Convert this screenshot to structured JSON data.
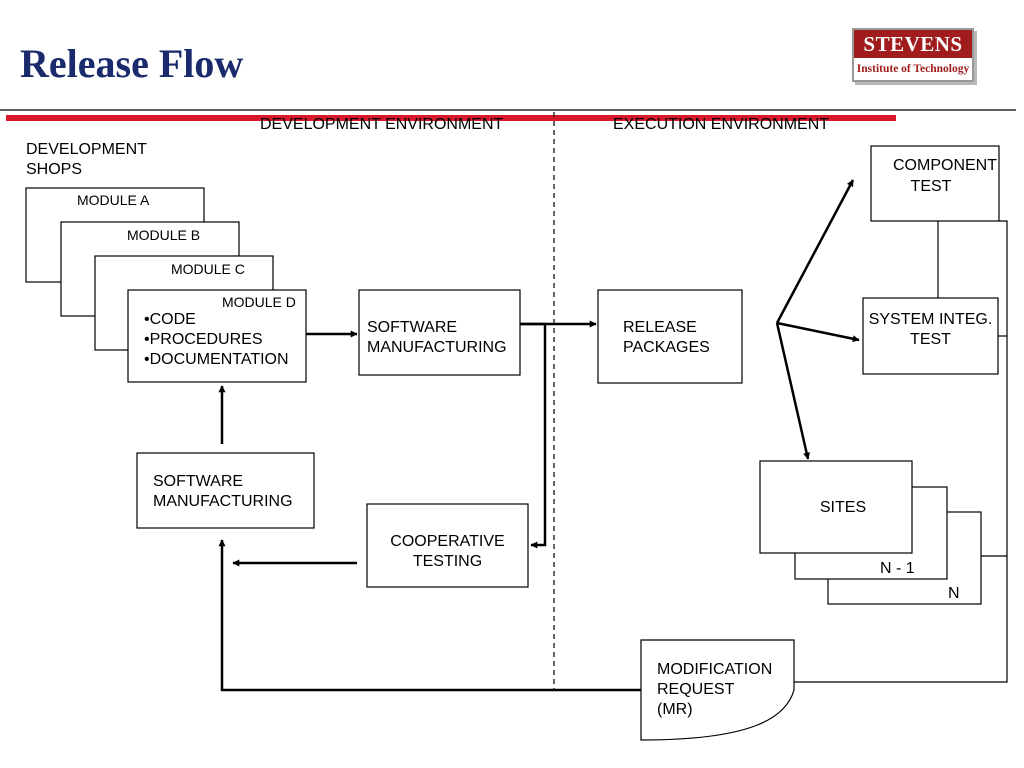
{
  "header": {
    "title": "Release Flow",
    "logo": {
      "name": "STEVENS",
      "subtitle": "Institute of Technology"
    }
  },
  "colors": {
    "title": "#1a2a6c",
    "accent_red": "#d8192b",
    "logo_red": "#a11d1d"
  },
  "environments": {
    "development": "DEVELOPMENT ENVIRONMENT",
    "execution": "EXECUTION ENVIRONMENT"
  },
  "diagram": {
    "development_shops": [
      "DEVELOPMENT",
      "SHOPS"
    ],
    "modules": [
      "MODULE A",
      "MODULE B",
      "MODULE C",
      "MODULE D"
    ],
    "module_contents": [
      "•CODE",
      "•PROCEDURES",
      "•DOCUMENTATION"
    ],
    "software_manufacturing_top": [
      "SOFTWARE",
      "MANUFACTURING"
    ],
    "software_manufacturing_bottom": [
      "SOFTWARE",
      "MANUFACTURING"
    ],
    "cooperative_testing": [
      "COOPERATIVE",
      "TESTING"
    ],
    "release_packages": [
      "RELEASE",
      "PACKAGES"
    ],
    "component_test": [
      "COMPONENT",
      "TEST"
    ],
    "system_integ_test": [
      "SYSTEM INTEG.",
      "TEST"
    ],
    "sites": "SITES",
    "sites_n_minus_1": "N - 1",
    "sites_n": "N",
    "modification_request": [
      "MODIFICATION",
      "REQUEST",
      "(MR)"
    ]
  }
}
